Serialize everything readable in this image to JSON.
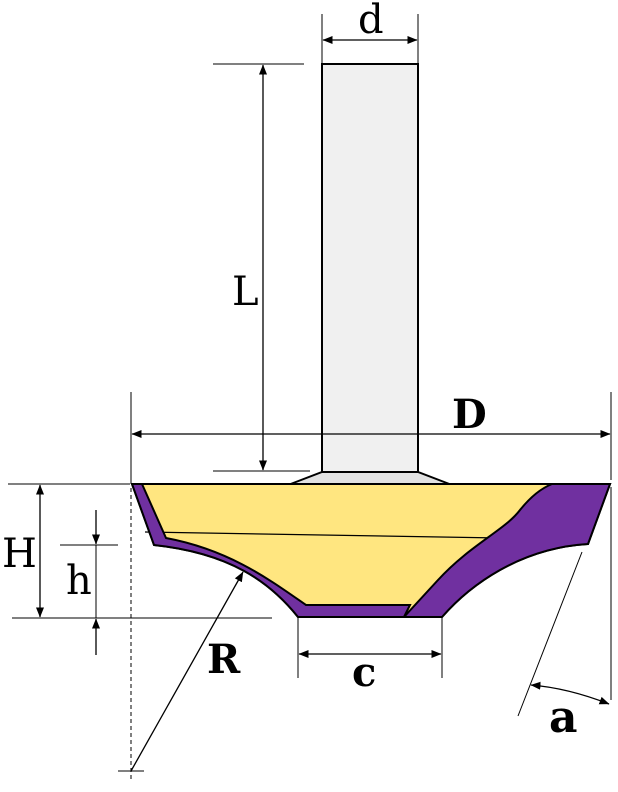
{
  "diagram": {
    "labels": {
      "d": "d",
      "L": "L",
      "D": "D",
      "H": "H",
      "h": "h",
      "R": "R",
      "c": "c",
      "a": "a"
    },
    "colors": {
      "shank": "#f0f0f0",
      "body": "#ffe680",
      "cutter_edge": "#7030a0",
      "line": "#000000",
      "background": "#ffffff"
    }
  }
}
